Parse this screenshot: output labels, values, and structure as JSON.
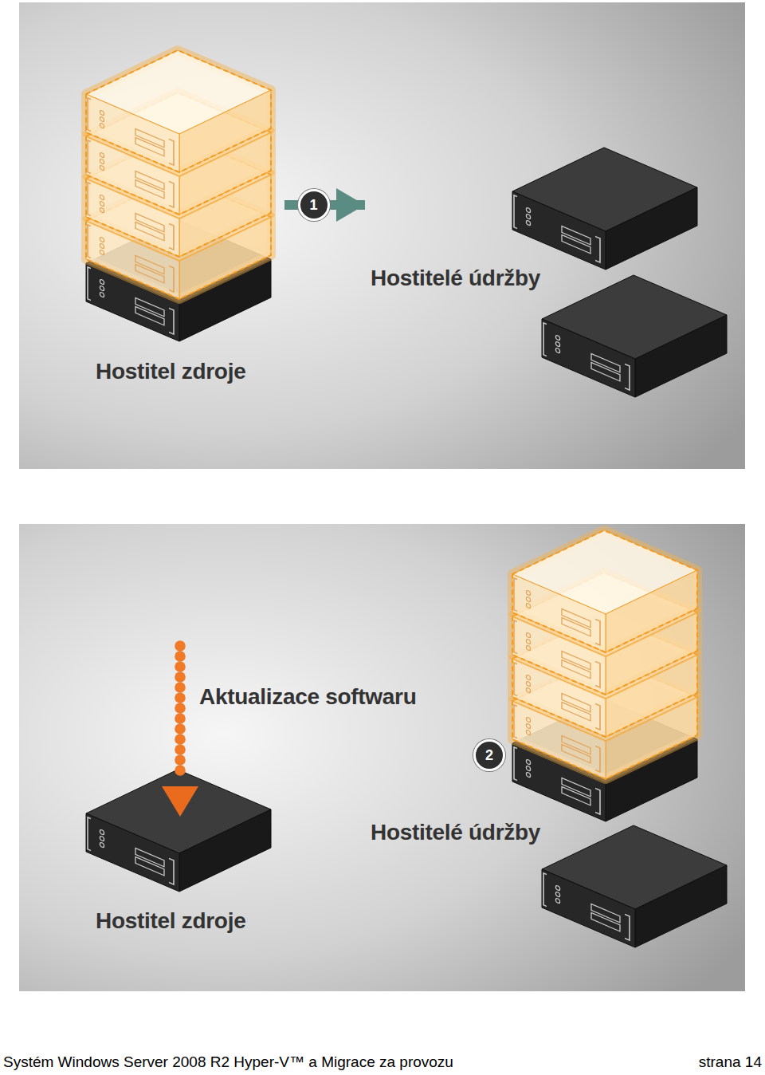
{
  "diagram": {
    "nodes": [
      {
        "text": [
          "Hostitel zdroje"
        ]
      },
      {
        "text": [
          "Hostitelé údržby"
        ]
      },
      {
        "text": [
          "Hostitel zdroje"
        ]
      },
      {
        "text": [
          "Hostitelé údržby"
        ]
      }
    ],
    "edges": [
      {
        "from": 0,
        "to": 1,
        "arrow": "to",
        "label": "1"
      }
    ],
    "labels": [
      "Aktualizace softwaru",
      "2",
      "Systém Windows Server 2008 R2 Hyper-V™ a Migrace za provozu",
      "strana 14"
    ]
  }
}
